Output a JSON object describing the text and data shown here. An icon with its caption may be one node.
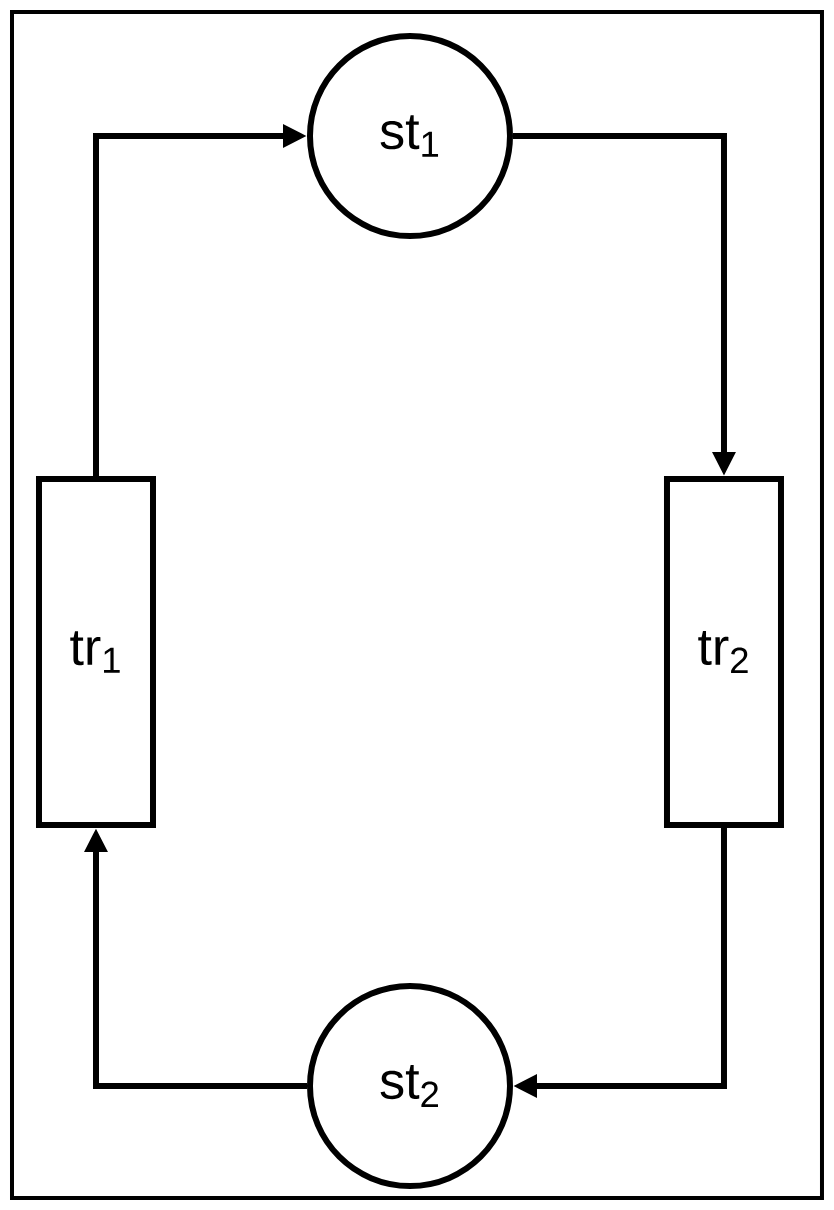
{
  "diagram": {
    "nodes": [
      {
        "text": [
          "st$_{1}$"
        ]
      },
      {
        "text": [
          "tr$_{1}$"
        ]
      },
      {
        "text": [
          "tr$_{2}$"
        ]
      },
      {
        "text": [
          "st$_{2}$"
        ]
      }
    ],
    "edges": [
      {
        "from": 1,
        "to": 0,
        "arrow": "to"
      },
      {
        "from": 0,
        "to": 2,
        "arrow": "to"
      },
      {
        "from": 2,
        "to": 3,
        "arrow": "to"
      },
      {
        "from": 3,
        "to": 1,
        "arrow": "to"
      }
    ]
  }
}
